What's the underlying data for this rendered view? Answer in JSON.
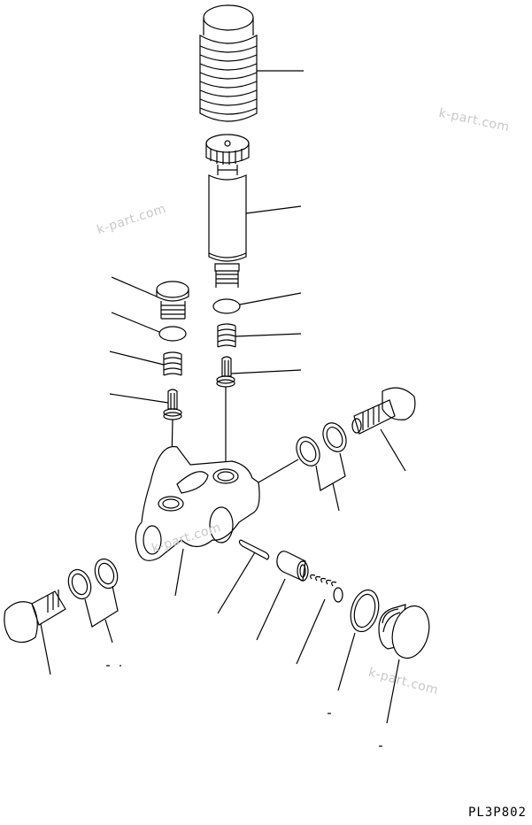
{
  "diagram": {
    "type": "exploded parts diagram",
    "drawing_code": "PL3P802",
    "watermarks": [
      "k-part.com",
      "k-part.com",
      "k-part.com",
      "k-part.com"
    ],
    "colors": {
      "line": "#000000",
      "background": "#ffffff",
      "watermark": "#c8c8c8"
    },
    "parts": [
      {
        "id": "boot-bellows",
        "label": "Bellows cover"
      },
      {
        "id": "priming-pump",
        "label": "Priming pump"
      },
      {
        "id": "plug-left",
        "label": "Plug"
      },
      {
        "id": "o-ring-left",
        "label": "O-ring"
      },
      {
        "id": "spring-left",
        "label": "Spring"
      },
      {
        "id": "valve-left",
        "label": "Valve"
      },
      {
        "id": "o-ring-right",
        "label": "O-ring"
      },
      {
        "id": "spring-right",
        "label": "Spring"
      },
      {
        "id": "valve-right",
        "label": "Valve"
      },
      {
        "id": "pump-body",
        "label": "Pump body"
      },
      {
        "id": "banjo-bolt-right",
        "label": "Banjo bolt"
      },
      {
        "id": "gaskets-right",
        "label": "Gasket set"
      },
      {
        "id": "banjo-bolt-left",
        "label": "Banjo bolt"
      },
      {
        "id": "gaskets-left",
        "label": "Gasket set"
      },
      {
        "id": "pin",
        "label": "Pin"
      },
      {
        "id": "piston",
        "label": "Piston"
      },
      {
        "id": "piston-spring",
        "label": "Spring"
      },
      {
        "id": "gasket-plug",
        "label": "Gasket"
      },
      {
        "id": "plug-right",
        "label": "Plug"
      }
    ]
  }
}
